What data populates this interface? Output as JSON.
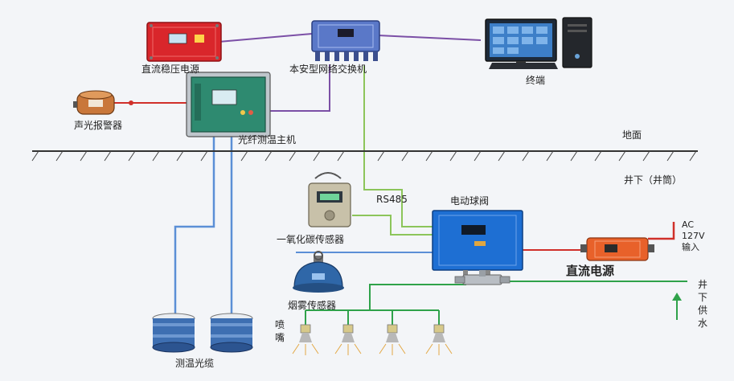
{
  "labels": {
    "dc_regulated_power": "直流稳压电源",
    "network_switch": "本安型网络交换机",
    "terminal": "终端",
    "audible_visual_alarm": "声光报警器",
    "fiber_temp_host": "光纤测温主机",
    "ground": "地面",
    "underground": "井下（井筒）",
    "co_sensor": "一氧化碳传感器",
    "rs485": "RS485",
    "electric_ball_valve": "电动球阀",
    "ac_voltage": "AC",
    "ac_voltage_value": "127V",
    "ac_input": "输入",
    "dc_power": "直流电源",
    "smoke_sensor": "烟雾传感器",
    "nozzle_1": "喷",
    "nozzle_2": "嘴",
    "underground_water_1": "井",
    "underground_water_2": "下",
    "underground_water_3": "供",
    "underground_water_4": "水",
    "temp_fiber_cable": "测温光缆"
  },
  "colors": {
    "purple_link": "#7b4fa6",
    "green_link": "#8cc55a",
    "blue_link": "#5b8fd6",
    "red_link": "#d0302a",
    "water_green": "#2fa24a",
    "dark_line": "#4a4a4a"
  }
}
